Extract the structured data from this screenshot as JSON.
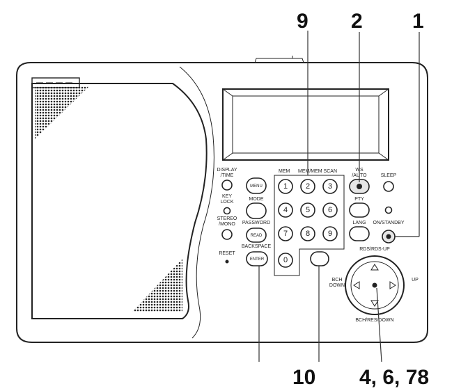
{
  "callouts": {
    "c9": "9",
    "c2": "2",
    "c1": "1",
    "c10": "10",
    "c4678": "4, 6, 78"
  },
  "labels": {
    "display_time": "DISPLAY",
    "display_time2": "/TIME",
    "key_lock": "KEY",
    "key_lock2": "LOCK",
    "stereo_mono": "STEREO",
    "stereo_mono2": "/MONO",
    "mode": "MODE",
    "password": "PASSWORD",
    "backspace": "BACKSPACE",
    "mem": "MEM",
    "mem_mem_scan": "MEM/MEM SCAN",
    "ws_auto": "WS",
    "ws_auto2": "/AUTO",
    "sleep": "SLEEP",
    "pty": "PTY",
    "lang": "LANG",
    "on_standby": "ON/STANDBY",
    "rds": "RDS/RDS-UP",
    "bch_down": "BCH",
    "bch_down2": "DOWN",
    "up": "UP",
    "bottom_ring": "BCH/RES/DOWN",
    "mark": "RESET"
  },
  "buttons": {
    "menu": "MENU",
    "read": "READ",
    "enter": "ENTER"
  },
  "keypad": [
    "1",
    "2",
    "3",
    "4",
    "5",
    "6",
    "7",
    "8",
    "9",
    "0"
  ]
}
